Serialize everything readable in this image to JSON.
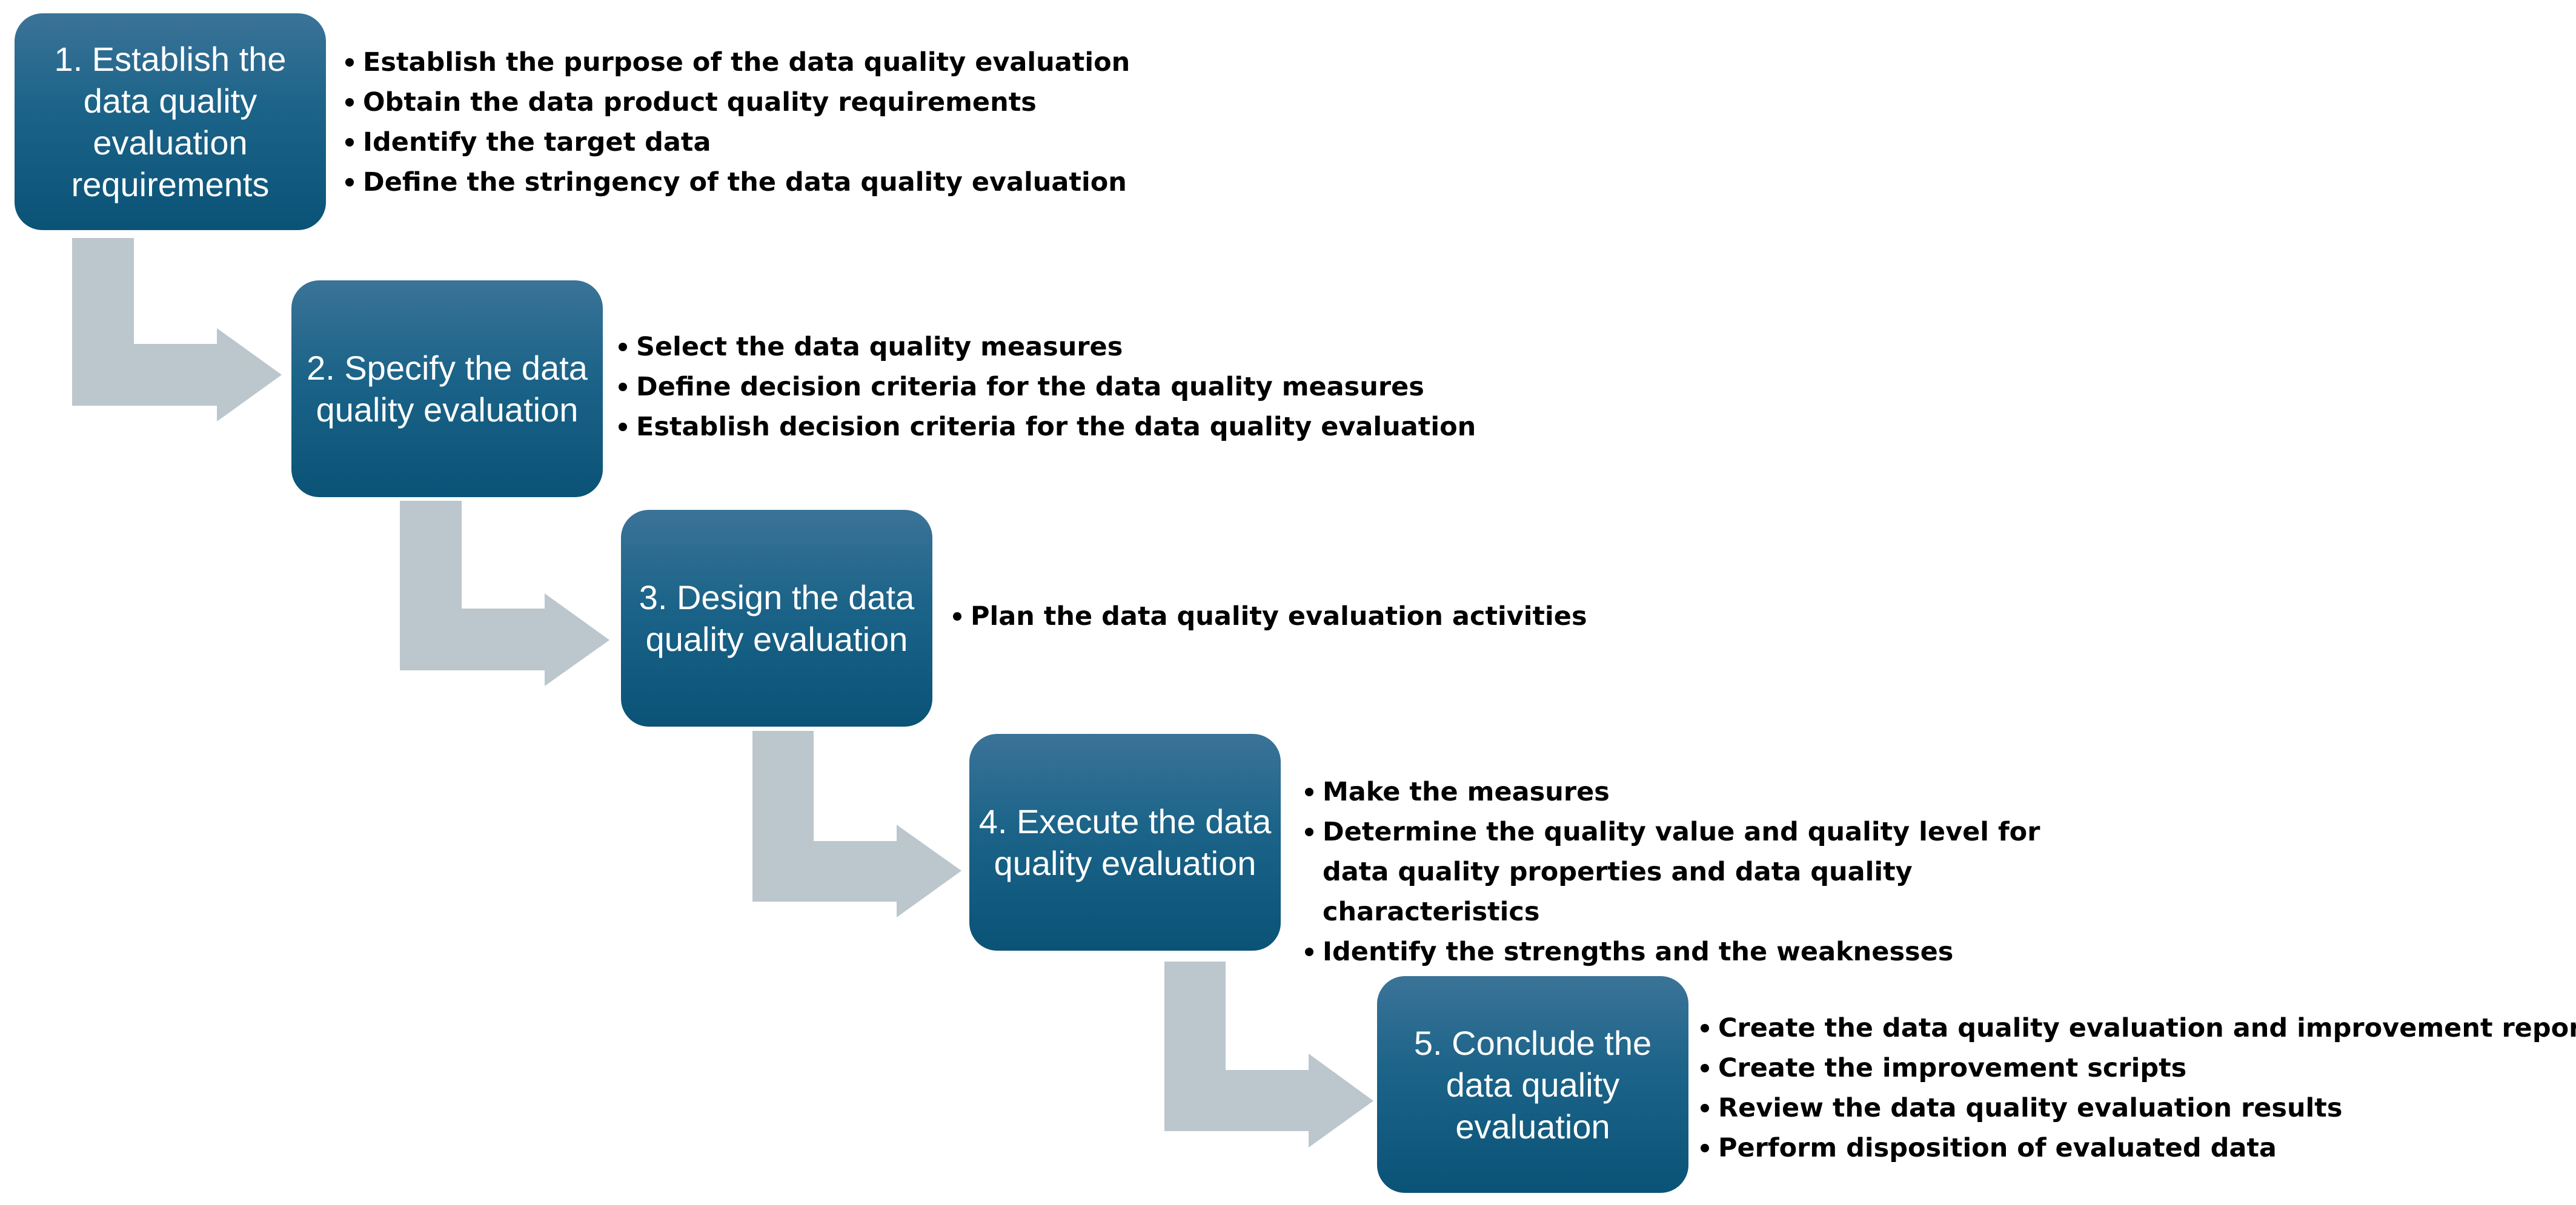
{
  "colors": {
    "box_top": "#3b7398",
    "box_bottom": "#0a5377",
    "box_text": "#ffffff",
    "arrow": "#bcc6cd",
    "bullet_text": "#000000"
  },
  "steps": [
    {
      "title": "1. Establish the data quality evaluation requirements",
      "bullets": [
        "Establish the purpose of the data quality evaluation",
        "Obtain the data product quality requirements",
        "Identify the target data",
        "Define the stringency of the data quality evaluation"
      ]
    },
    {
      "title": "2. Specify the data quality evaluation",
      "bullets": [
        "Select the data quality measures",
        "Define decision criteria for the data quality measures",
        "Establish decision criteria for the data quality evaluation"
      ]
    },
    {
      "title": "3. Design the data quality evaluation",
      "bullets": [
        "Plan the data quality evaluation activities"
      ]
    },
    {
      "title": "4. Execute the data quality evaluation",
      "bullets": [
        "Make the measures",
        "Determine the quality value and quality level for data quality properties and data quality characteristics",
        "Identify the strengths and the weaknesses"
      ]
    },
    {
      "title": "5. Conclude the data quality evaluation",
      "bullets": [
        "Create the data quality evaluation and improvement reports",
        "Create the improvement scripts",
        "Review the data quality evaluation results",
        "Perform disposition of evaluated data"
      ]
    }
  ]
}
